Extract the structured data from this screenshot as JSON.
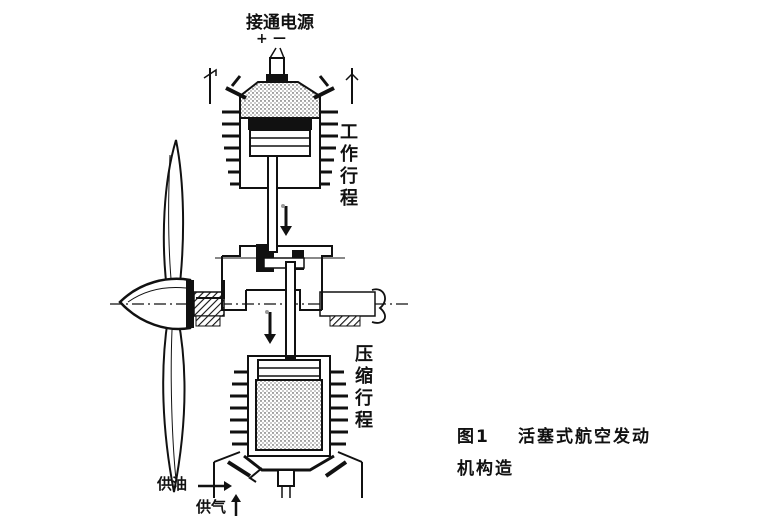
{
  "labels": {
    "power_supply": "接通电源",
    "plus": "+",
    "minus": "—",
    "power_stroke": "工作行程",
    "compression_stroke": "压缩行程",
    "fuel_supply": "供油",
    "air_supply": "供气"
  },
  "caption": {
    "figure_no": "图1",
    "title_line1": "活塞式航空发动",
    "title_line2": "机构造"
  },
  "colors": {
    "ink": "#111111",
    "paper": "#ffffff",
    "screen": "#bbbbbb"
  }
}
